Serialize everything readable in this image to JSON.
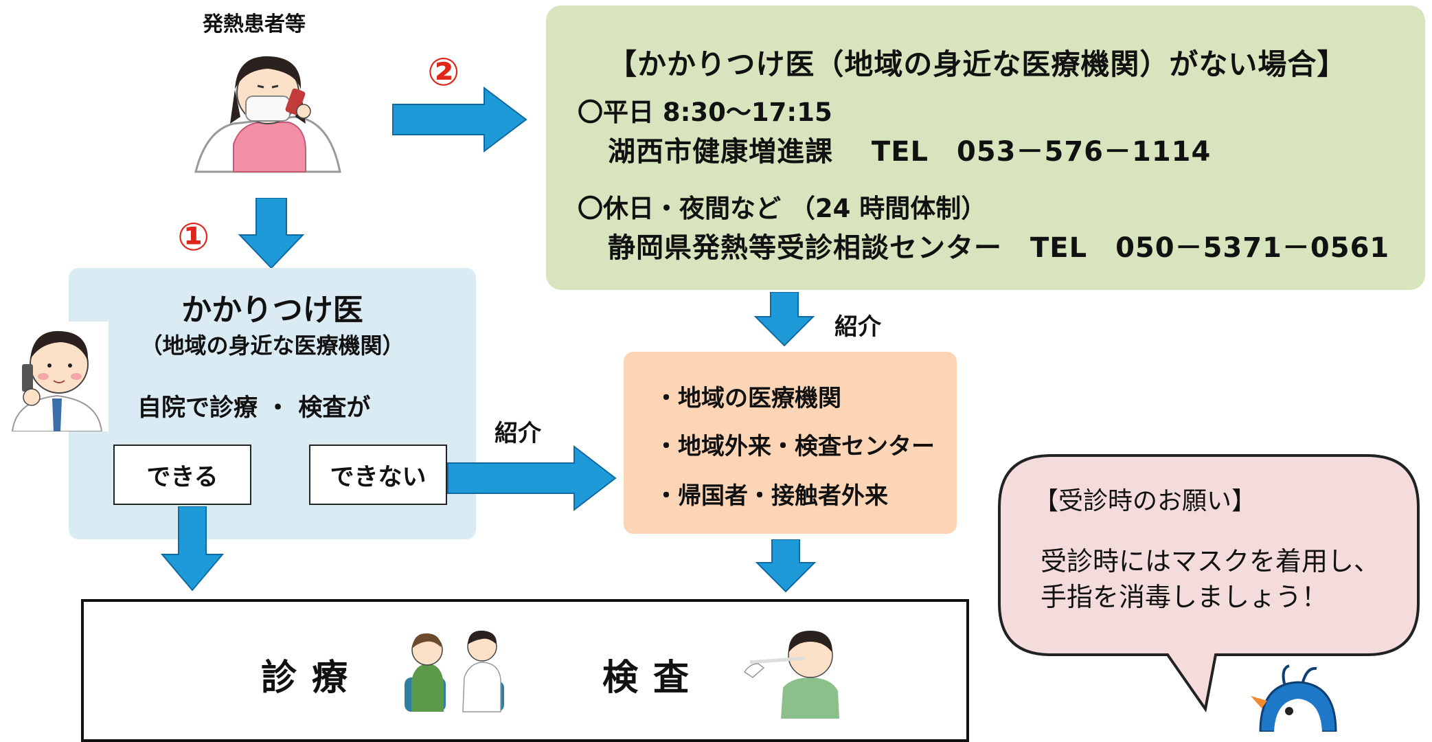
{
  "patient": {
    "caption": "発熱患者等"
  },
  "step_numbers": {
    "one": "①",
    "two": "②"
  },
  "no_family_doctor": {
    "title": "【かかりつけ医（地域の身近な医療機関）がない場合】",
    "weekday": {
      "label": "〇平日 8:30〜17:15",
      "contact": "湖西市健康増進課　 TEL　053－576－1114"
    },
    "holiday": {
      "label": "〇休日・夜間など （24 時間体制）",
      "contact": "静岡県発熱等受診相談センター　TEL　050－5371－0561"
    }
  },
  "family_doctor": {
    "title": "かかりつけ医",
    "subtitle": "（地域の身近な医療機関）",
    "question": "自院で診療 ・ 検査が",
    "can": "できる",
    "cannot": "できない"
  },
  "referral": {
    "label_1": "紹介",
    "label_2": "紹介"
  },
  "facilities": {
    "item_1": "・地域の医療機関",
    "item_2": "・地域外来・検査センター",
    "item_3": "・帰国者・接触者外来"
  },
  "result": {
    "treatment": "診療",
    "exam": "検査"
  },
  "request": {
    "title": "【受診時のお願い】",
    "line_1": "受診時にはマスクを着用し、",
    "line_2": "手指を消毒しましょう！"
  },
  "colors": {
    "arrow_blue": "#1e9ad8",
    "green_box": "#d8e4bd",
    "blue_box": "#daebf4",
    "orange_box": "#fbd5b5",
    "bubble_fill": "#f5dcdc",
    "number_red": "#e0251b"
  }
}
